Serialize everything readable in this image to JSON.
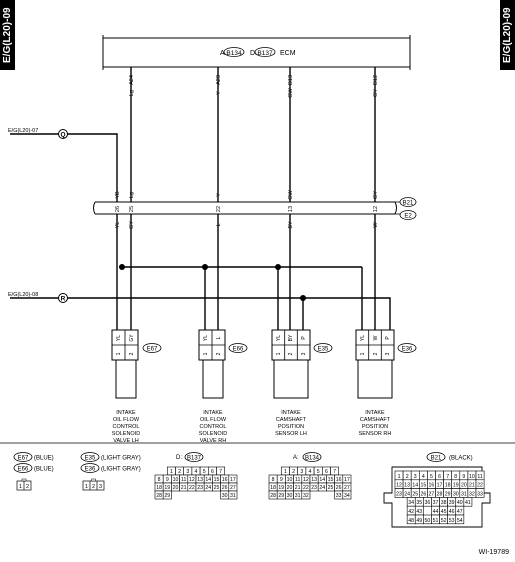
{
  "page_tag": "E/G(L20)-09",
  "ecm": {
    "a_conn": "B134",
    "d_conn": "B137",
    "label": "ECM",
    "a_prefix": "A:",
    "d_prefix": "D:"
  },
  "joint": {
    "upper": "B21",
    "lower": "E2"
  },
  "refs": {
    "q_text": "E/G(L20)-07",
    "q_letter": "Q",
    "r_text": "E/G(L20)-08",
    "r_letter": "R"
  },
  "wires": [
    {
      "ecm_pin": "A24",
      "ecm_color": "Lg",
      "b21_pin": "25",
      "b21_color": "Lg",
      "b21_pin_b": "26",
      "b21_color_b": "YB",
      "e2_pin": "25",
      "e2_color": "YL"
    },
    {
      "ecm_pin": "A23",
      "ecm_color": "Y",
      "b21_pin": "22",
      "b21_color": "Y",
      "e2_pin": "22",
      "e2_color": "L"
    },
    {
      "ecm_pin": "D13",
      "ecm_color": "GW",
      "b21_pin": "13",
      "b21_color": "GW",
      "e2_pin": "13",
      "e2_color": "BY"
    },
    {
      "ecm_pin": "D12",
      "ecm_color": "GY",
      "b21_pin": "12",
      "b21_color": "GY",
      "e2_pin": "12",
      "e2_color": "W"
    }
  ],
  "components": [
    {
      "id": "E67",
      "pins": [
        {
          "n": "1",
          "c": "YL"
        },
        {
          "n": "2",
          "c": "GY"
        }
      ],
      "name": [
        "INTAKE",
        "OIL FLOW",
        "CONTROL",
        "SOLENOID",
        "VALVE LH"
      ]
    },
    {
      "id": "E66",
      "pins": [
        {
          "n": "1",
          "c": "YL"
        },
        {
          "n": "2",
          "c": "L"
        }
      ],
      "name": [
        "INTAKE",
        "OIL FLOW",
        "CONTROL",
        "SOLENOID",
        "VALVE RH"
      ]
    },
    {
      "id": "E35",
      "pins": [
        {
          "n": "1",
          "c": "YL"
        },
        {
          "n": "2",
          "c": "BY"
        },
        {
          "n": "3",
          "c": "P"
        }
      ],
      "name": [
        "INTAKE",
        "CAMSHAFT",
        "POSITION",
        "SENSOR LH"
      ]
    },
    {
      "id": "E36",
      "pins": [
        {
          "n": "1",
          "c": "YL"
        },
        {
          "n": "2",
          "c": "W"
        },
        {
          "n": "3",
          "c": "P"
        }
      ],
      "name": [
        "INTAKE",
        "CAMSHAFT",
        "POSITION",
        "SENSOR RH"
      ]
    }
  ],
  "legend": {
    "e67": "E67",
    "e67_color": "(BLUE)",
    "e66": "E66",
    "e66_color": "(BLUE)",
    "e35": "E35",
    "e35_color": "(LIGHT GRAY)",
    "e36": "E36",
    "e36_color": "(LIGHT GRAY)",
    "two_pin": [
      "1",
      "2"
    ],
    "three_pin": [
      "1",
      "2",
      "3"
    ],
    "d_conn_prefix": "D:",
    "d_conn": "B137",
    "a_conn_prefix": "A:",
    "a_conn": "B134",
    "b21_conn": "B21",
    "b21_color": "(BLACK)",
    "d_grid": [
      [
        "1",
        "2",
        "3",
        "4",
        "5",
        "6",
        "7"
      ],
      [
        "8",
        "9",
        "10",
        "11",
        "12",
        "13",
        "14",
        "15",
        "16",
        "17"
      ],
      [
        "18",
        "19",
        "20",
        "21",
        "22",
        "23",
        "24",
        "25",
        "26",
        "27"
      ],
      [
        "28",
        "29",
        "",
        "",
        "",
        "",
        "",
        "",
        "30",
        "31"
      ]
    ],
    "a_grid": [
      [
        "1",
        "2",
        "3",
        "4",
        "5",
        "6",
        "7"
      ],
      [
        "8",
        "9",
        "10",
        "11",
        "12",
        "13",
        "14",
        "15",
        "16",
        "17"
      ],
      [
        "18",
        "19",
        "20",
        "21",
        "22",
        "23",
        "24",
        "25",
        "26",
        "27"
      ],
      [
        "28",
        "29",
        "30",
        "31",
        "32",
        "",
        "",
        "",
        "33",
        "34"
      ]
    ],
    "b21_grid": [
      [
        "1",
        "2",
        "3",
        "4",
        "5",
        "6",
        "7",
        "8",
        "9",
        "10",
        "11"
      ],
      [
        "12",
        "13",
        "14",
        "15",
        "16",
        "17",
        "18",
        "19",
        "20",
        "21",
        "22"
      ],
      [
        "23",
        "24",
        "25",
        "26",
        "27",
        "28",
        "29",
        "30",
        "31",
        "32",
        "33"
      ],
      [
        "34",
        "35",
        "36",
        "37",
        "38",
        "39",
        "40",
        "41"
      ],
      [
        "42",
        "43",
        "",
        "44",
        "45",
        "46",
        "47"
      ],
      [
        "48",
        "49",
        "50",
        "51",
        "52",
        "53",
        "54"
      ]
    ]
  },
  "ref_code": "WI-19789"
}
